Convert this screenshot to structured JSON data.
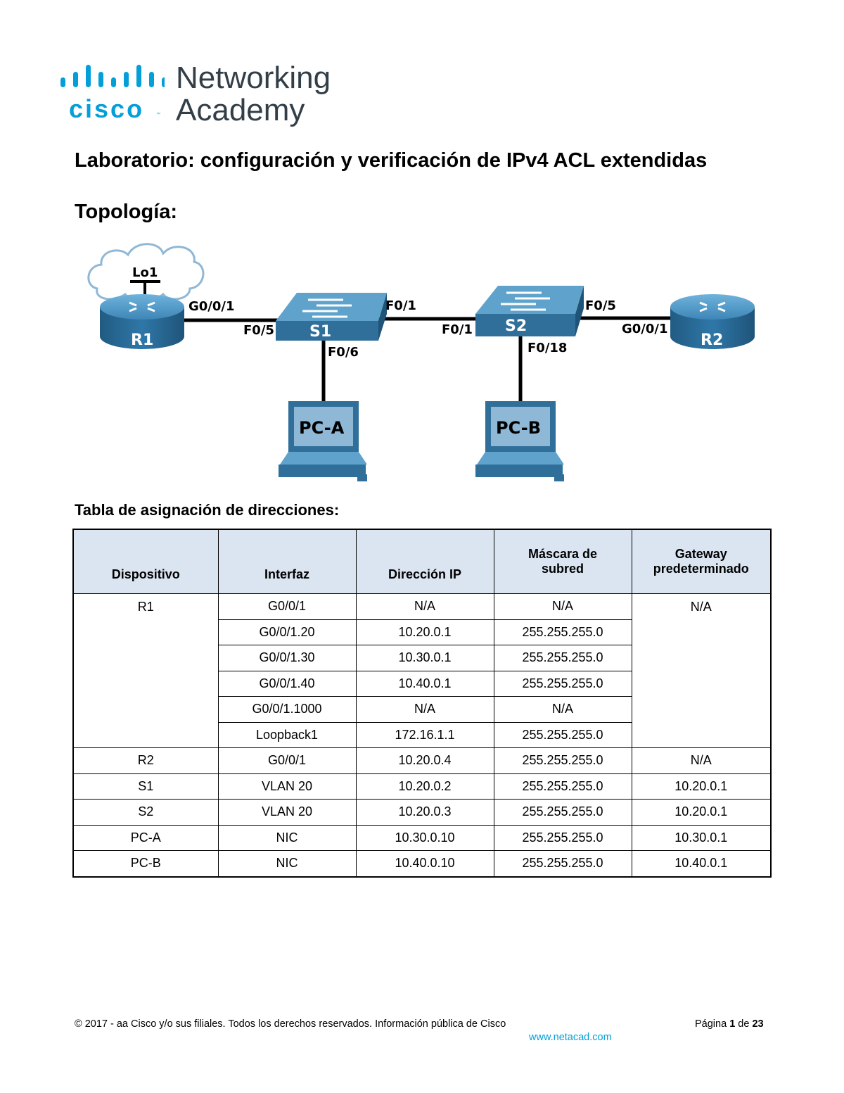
{
  "logo": {
    "brand": "cisco",
    "line1": "Networking",
    "line2": "Academy"
  },
  "title": "Laboratorio: configuración y verificación de IPv4 ACL extendidas",
  "topology_heading": "Topología:",
  "topology": {
    "devices": {
      "r1": "R1",
      "r2": "R2",
      "s1": "S1",
      "s2": "S2",
      "pca": "PC-A",
      "pcb": "PC-B",
      "lo1": "Lo1"
    },
    "ports": {
      "r1_g": "G0/0/1",
      "s1_f5": "F0/5",
      "s1_f1": "F0/1",
      "s1_f6": "F0/6",
      "s2_f1": "F0/1",
      "s2_f5": "F0/5",
      "s2_f18": "F0/18",
      "r2_g": "G0/0/1"
    },
    "colors": {
      "device_blue": "#2f6f9a",
      "device_top": "#5fa3cc",
      "pc_screen": "#8fb8d6"
    }
  },
  "table_heading": "Tabla de asignación de direcciones:",
  "table": {
    "headers": [
      "Dispositivo",
      "Interfaz",
      "Dirección IP",
      "Máscara de subred",
      "Gateway predeterminado"
    ],
    "header_lines": {
      "mask_1": "Máscara de",
      "mask_2": "subred",
      "gw_1": "Gateway",
      "gw_2": "predeterminado"
    },
    "r1": {
      "device": "R1",
      "gateway": "N/A",
      "rows": [
        {
          "iface": "G0/0/1",
          "ip": "N/A",
          "mask": "N/A"
        },
        {
          "iface": "G0/0/1.20",
          "ip": "10.20.0.1",
          "mask": "255.255.255.0"
        },
        {
          "iface": "G0/0/1.30",
          "ip": "10.30.0.1",
          "mask": "255.255.255.0"
        },
        {
          "iface": "G0/0/1.40",
          "ip": "10.40.0.1",
          "mask": "255.255.255.0"
        },
        {
          "iface": "G0/0/1.1000",
          "ip": "N/A",
          "mask": "N/A"
        },
        {
          "iface": "Loopback1",
          "ip": "172.16.1.1",
          "mask": "255.255.255.0"
        }
      ]
    },
    "others": [
      {
        "device": "R2",
        "iface": "G0/0/1",
        "ip": "10.20.0.4",
        "mask": "255.255.255.0",
        "gw": "N/A"
      },
      {
        "device": "S1",
        "iface": "VLAN 20",
        "ip": "10.20.0.2",
        "mask": "255.255.255.0",
        "gw": "10.20.0.1"
      },
      {
        "device": "S2",
        "iface": "VLAN 20",
        "ip": "10.20.0.3",
        "mask": "255.255.255.0",
        "gw": "10.20.0.1"
      },
      {
        "device": "PC-A",
        "iface": "NIC",
        "ip": "10.30.0.10",
        "mask": "255.255.255.0",
        "gw": "10.30.0.1"
      },
      {
        "device": "PC-B",
        "iface": "NIC",
        "ip": "10.40.0.10",
        "mask": "255.255.255.0",
        "gw": "10.40.0.1"
      }
    ]
  },
  "footer": {
    "copyright": "© 2017 - aa Cisco y/o sus filiales. Todos los derechos reservados. Información pública de Cisco",
    "page_prefix": "Página",
    "page_num": "1",
    "page_of": "de",
    "page_total": "23",
    "url": "www.netacad.com"
  }
}
